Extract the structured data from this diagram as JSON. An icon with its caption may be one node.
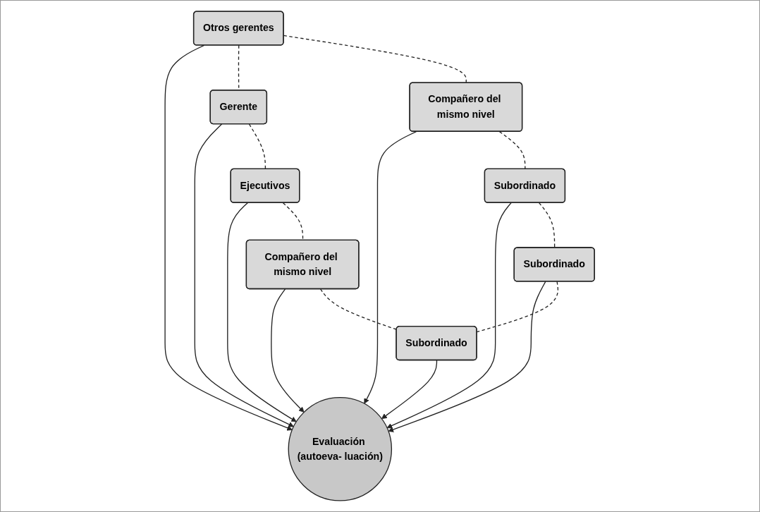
{
  "diagram": {
    "nodes": [
      {
        "text": [
          "Gerente"
        ]
      },
      {
        "text": [
          "Otros gerentes"
        ]
      },
      {
        "text": [
          "Ejecutivos"
        ]
      },
      {
        "text": [
          "Compañero del mismo nivel"
        ]
      },
      {
        "text": [
          "Evaluación (autoeva- luación)"
        ]
      },
      {
        "text": [
          "Compañero del mismo nivel"
        ]
      },
      {
        "text": [
          "Subordinado"
        ]
      },
      {
        "text": [
          "Subordinado"
        ]
      },
      {
        "text": [
          "Subordinado"
        ]
      }
    ],
    "edges": [
      {
        "from": 0,
        "to": 4,
        "arrow": "to"
      },
      {
        "from": 1,
        "to": 4,
        "arrow": "to"
      },
      {
        "from": 2,
        "to": 4,
        "arrow": "to"
      },
      {
        "from": 3,
        "to": 4,
        "arrow": "to"
      },
      {
        "from": 5,
        "to": 4,
        "arrow": "to"
      },
      {
        "from": 6,
        "to": 4,
        "arrow": "to"
      },
      {
        "from": 7,
        "to": 4,
        "arrow": "to"
      },
      {
        "from": 8,
        "to": 4,
        "arrow": "to"
      },
      {
        "from": 1,
        "to": 0,
        "arrow": "none",
        "style": "dashed"
      },
      {
        "from": 0,
        "to": 2,
        "arrow": "none",
        "style": "dashed"
      },
      {
        "from": 1,
        "to": 3,
        "arrow": "none",
        "style": "dashed"
      },
      {
        "from": 2,
        "to": 5,
        "arrow": "none",
        "style": "dashed"
      },
      {
        "from": 3,
        "to": 6,
        "arrow": "none",
        "style": "dashed"
      },
      {
        "from": 5,
        "to": 8,
        "arrow": "none",
        "style": "dashed"
      },
      {
        "from": 6,
        "to": 7,
        "arrow": "none",
        "style": "dashed"
      },
      {
        "from": 7,
        "to": 8,
        "arrow": "none",
        "style": "dashed"
      }
    ]
  }
}
